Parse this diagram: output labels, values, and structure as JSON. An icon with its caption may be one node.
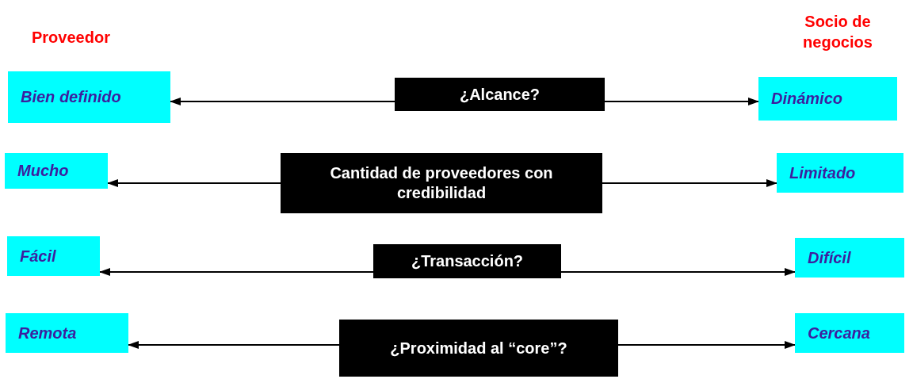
{
  "diagram": {
    "nodes": [
      {
        "text": [
          "Bien definido"
        ]
      },
      {
        "text": [
          "¿Alcance?"
        ]
      },
      {
        "text": [
          "Dinámico"
        ]
      },
      {
        "text": [
          "Mucho"
        ]
      },
      {
        "text": [
          "Cantidad de proveedores con credibilidad"
        ]
      },
      {
        "text": [
          "Limitado"
        ]
      },
      {
        "text": [
          "Fácil"
        ]
      },
      {
        "text": [
          "¿Transacción?"
        ]
      },
      {
        "text": [
          "Difícil"
        ]
      },
      {
        "text": [
          "Remota"
        ]
      },
      {
        "text": [
          "¿Proximidad al “core”?"
        ]
      },
      {
        "text": [
          "Cercana"
        ]
      }
    ],
    "edges": [
      {
        "from": 1,
        "to": 0,
        "arrow": "to"
      },
      {
        "from": 1,
        "to": 2,
        "arrow": "to"
      },
      {
        "from": 4,
        "to": 3,
        "arrow": "to"
      },
      {
        "from": 4,
        "to": 5,
        "arrow": "to"
      },
      {
        "from": 7,
        "to": 6,
        "arrow": "to"
      },
      {
        "from": 7,
        "to": 8,
        "arrow": "to"
      },
      {
        "from": 10,
        "to": 9,
        "arrow": "to"
      },
      {
        "from": 10,
        "to": 11,
        "arrow": "to"
      }
    ],
    "labels": [
      "Proveedor",
      "Socio de negocios"
    ]
  }
}
